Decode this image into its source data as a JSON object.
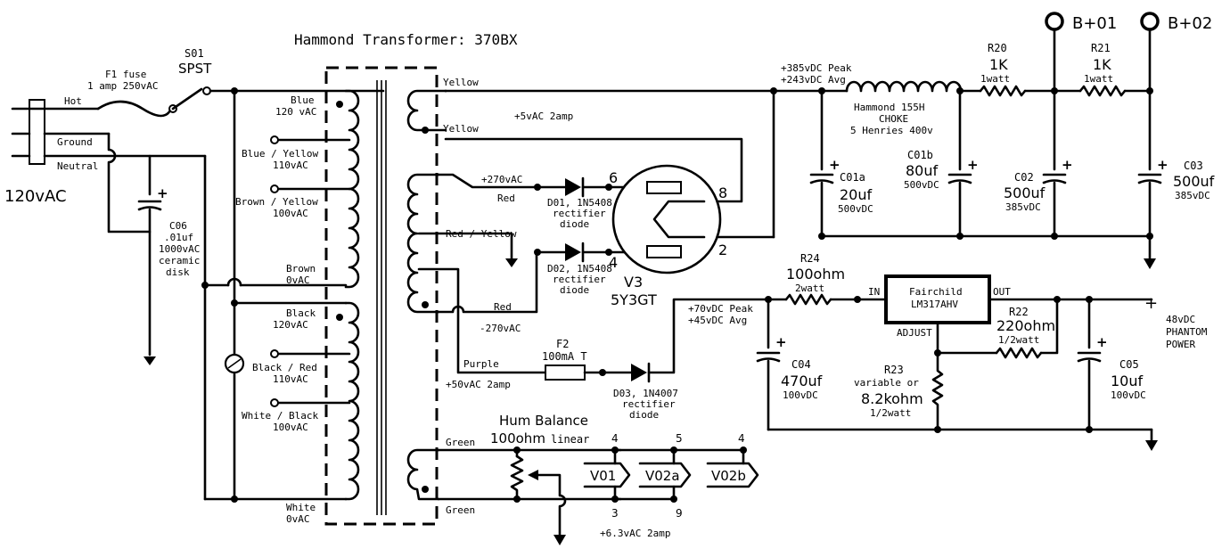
{
  "title": "Hammond Transformer: 370BX",
  "mains": {
    "voltage": "120vAC",
    "hot": "Hot",
    "ground": "Ground",
    "neutral": "Neutral"
  },
  "fuse": {
    "line1": "F1 fuse",
    "line2": "1 amp 250vAC"
  },
  "switch": {
    "name": "S01",
    "type": "SPST"
  },
  "c06": {
    "name": "C06",
    "value": ".01uf",
    "rating": "1000vAC",
    "type1": "ceramic",
    "type2": "disk"
  },
  "primary_taps": [
    {
      "color": "Blue",
      "volt": "120 vAC"
    },
    {
      "color": "Blue / Yellow",
      "volt": "110vAC"
    },
    {
      "color": "Brown / Yellow",
      "volt": "100vAC"
    },
    {
      "color": "Brown",
      "volt": "0vAC"
    },
    {
      "color": "Black",
      "volt": "120vAC"
    },
    {
      "color": "Black / Red",
      "volt": "110vAC"
    },
    {
      "color": "White / Black",
      "volt": "100vAC"
    },
    {
      "color": "White",
      "volt": "0vAC"
    }
  ],
  "secondary": {
    "yellow1": "Yellow",
    "yellow2": "Yellow",
    "fil5v": "+5vAC 2amp",
    "hv_plus": "+270vAC",
    "red1": "Red",
    "red_yellow": "Red / Yellow",
    "red2": "Red",
    "hv_minus": "-270vAC",
    "purple": "Purple",
    "bias": "+50vAC 2amp",
    "green1": "Green",
    "green2": "Green",
    "heater": "+6.3vAC 2amp"
  },
  "d01": {
    "line1": "D01, 1N5408",
    "line2": "rectifier",
    "line3": "diode"
  },
  "d02": {
    "line1": "D02, 1N5408",
    "line2": "rectifier",
    "line3": "diode"
  },
  "d03": {
    "line1": "D03, 1N4007",
    "line2": "rectifier",
    "line3": "diode"
  },
  "v3": {
    "name": "V3",
    "type": "5Y3GT",
    "pin6": "6",
    "pin4": "4",
    "pin8": "8",
    "pin2": "2"
  },
  "f2": {
    "name": "F2",
    "value": "100mA T"
  },
  "hum": {
    "title": "Hum Balance",
    "value": "100ohm",
    "taper": "linear"
  },
  "heaters": {
    "v01": "V01",
    "v02a": "V02a",
    "v02b": "V02b",
    "top_pins": [
      "4",
      "5",
      "4"
    ],
    "bot_pins": [
      "3",
      "9"
    ]
  },
  "b_plus": {
    "peak": "+385vDC Peak",
    "avg": "+243vDC Avg",
    "b01": "B+01",
    "b02": "B+02"
  },
  "choke": {
    "line1": "Hammond 155H",
    "line2": "CHOKE",
    "line3": "5 Henries 400v"
  },
  "c01a": {
    "name": "C01a",
    "value": "20uf",
    "rating": "500vDC"
  },
  "c01b": {
    "name": "C01b",
    "value": "80uf",
    "rating": "500vDC"
  },
  "c02": {
    "name": "C02",
    "value": "500uf",
    "rating": "385vDC"
  },
  "c03": {
    "name": "C03",
    "value": "500uf",
    "rating": "385vDC"
  },
  "r20": {
    "name": "R20",
    "value": "1K",
    "rating": "1watt"
  },
  "r21": {
    "name": "R21",
    "value": "1K",
    "rating": "1watt"
  },
  "phantom": {
    "peak": "+70vDC Peak",
    "avg": "+45vDC Avg",
    "r24": {
      "name": "R24",
      "value": "100ohm",
      "rating": "2watt"
    },
    "reg": {
      "line1": "Fairchild",
      "line2": "LM317AHV",
      "in": "IN",
      "out": "OUT",
      "adj": "ADJUST"
    },
    "r22": {
      "name": "R22",
      "value": "220ohm",
      "rating": "1/2watt"
    },
    "r23": {
      "name": "R23",
      "line1": "variable or",
      "value": "8.2kohm",
      "rating": "1/2watt"
    },
    "c04": {
      "name": "C04",
      "value": "470uf",
      "rating": "100vDC"
    },
    "c05": {
      "name": "C05",
      "value": "10uf",
      "rating": "100vDC"
    },
    "plus": "+",
    "out1": "48vDC",
    "out2": "PHANTOM",
    "out3": "POWER"
  },
  "polarity": {
    "plus": "+",
    "minus": "_"
  }
}
